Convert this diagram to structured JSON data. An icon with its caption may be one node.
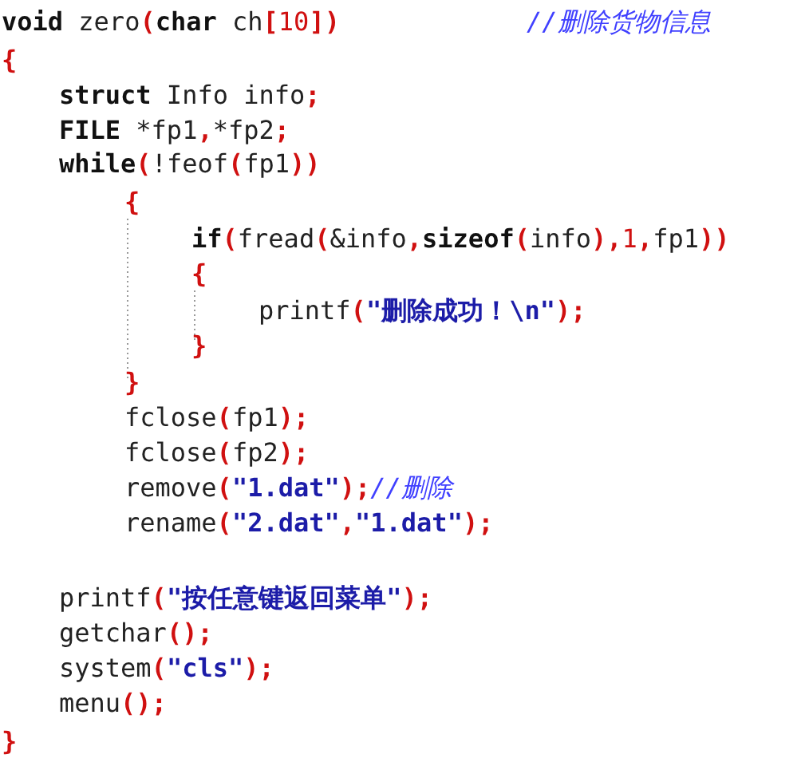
{
  "diagram": {
    "labels": [
      "void zero(char ch[10])",
      "//删除货物信息",
      "{",
      "struct Info info;",
      "FILE *fp1,*fp2;",
      "while(!feof(fp1))",
      "{",
      "if(fread(&info,sizeof(info),1,fp1))",
      "{",
      "printf(\"删除成功！\\n\");",
      "}",
      "}",
      "fclose(fp1);",
      "fclose(fp2);",
      "remove(\"1.dat\");//删除",
      "rename(\"2.dat\",\"1.dat\");",
      "printf(\"按任意键返回菜单\");",
      "getchar();",
      "system(\"cls\");",
      "menu();",
      "}"
    ]
  }
}
